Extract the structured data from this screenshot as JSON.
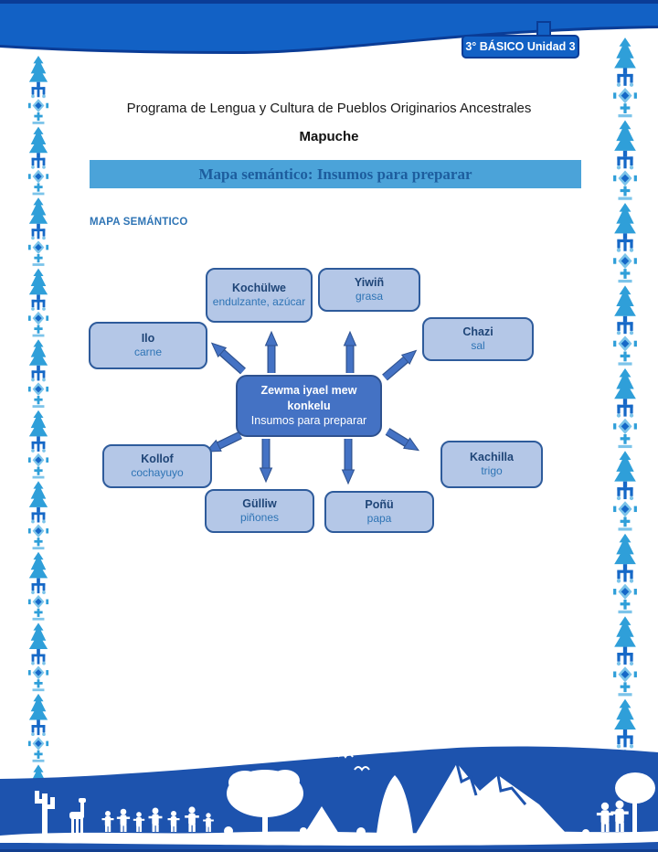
{
  "page": {
    "badge_label": "3° BÁSICO Unidad 3"
  },
  "header": {
    "program_title": "Programa de Lengua y Cultura de Pueblos Originarios Ancestrales",
    "culture": "Mapuche",
    "banner_title": "Mapa semántico: Insumos para preparar",
    "section_label": "MAPA SEMÁNTICO"
  },
  "diagram": {
    "center": {
      "term_line1": "Zewma iyael mew",
      "term_line2": "konkelu",
      "meaning": "Insumos para preparar"
    },
    "nodes": [
      {
        "id": "kochulwe",
        "term": "Kochülwe",
        "meaning": "endulzante, azúcar"
      },
      {
        "id": "yiwin",
        "term": "Yiwiñ",
        "meaning": "grasa"
      },
      {
        "id": "chazi",
        "term": "Chazi",
        "meaning": "sal"
      },
      {
        "id": "ilo",
        "term": "Ilo",
        "meaning": "carne"
      },
      {
        "id": "kollof",
        "term": "Kollof",
        "meaning": "cochayuyo"
      },
      {
        "id": "gulliw",
        "term": "Gülliw",
        "meaning": "piñones"
      },
      {
        "id": "ponu",
        "term": "Poñü",
        "meaning": "papa"
      },
      {
        "id": "kachilla",
        "term": "Kachilla",
        "meaning": "trigo"
      }
    ]
  },
  "decorations": {
    "left_border_icon": "andean-totem-pattern",
    "right_border_icon": "andean-totem-pattern",
    "top_icon": "blue-header-wave",
    "bottom_icon": "landscape-silhouettes: cactus, llama, people, trees, ruka, mountains, birds"
  },
  "colors": {
    "header_wave": "#1261c5",
    "wave_edge": "#0a3c96",
    "banner_fill": "#4ba3d9",
    "banner_text": "#1d5d9e",
    "section_label": "#2e74b5",
    "node_fill": "#b4c7e7",
    "node_border": "#2e5b9b",
    "node_term_text": "#1f4577",
    "node_meaning_text": "#2e74b5",
    "center_fill": "#4472c4",
    "center_border": "#2f528f",
    "arrow": "#4472c4",
    "bottom_band": "#1d53ae",
    "pattern_light": "#7cc4ea",
    "pattern_medium": "#2f9fd9",
    "pattern_dark": "#1668c7"
  }
}
